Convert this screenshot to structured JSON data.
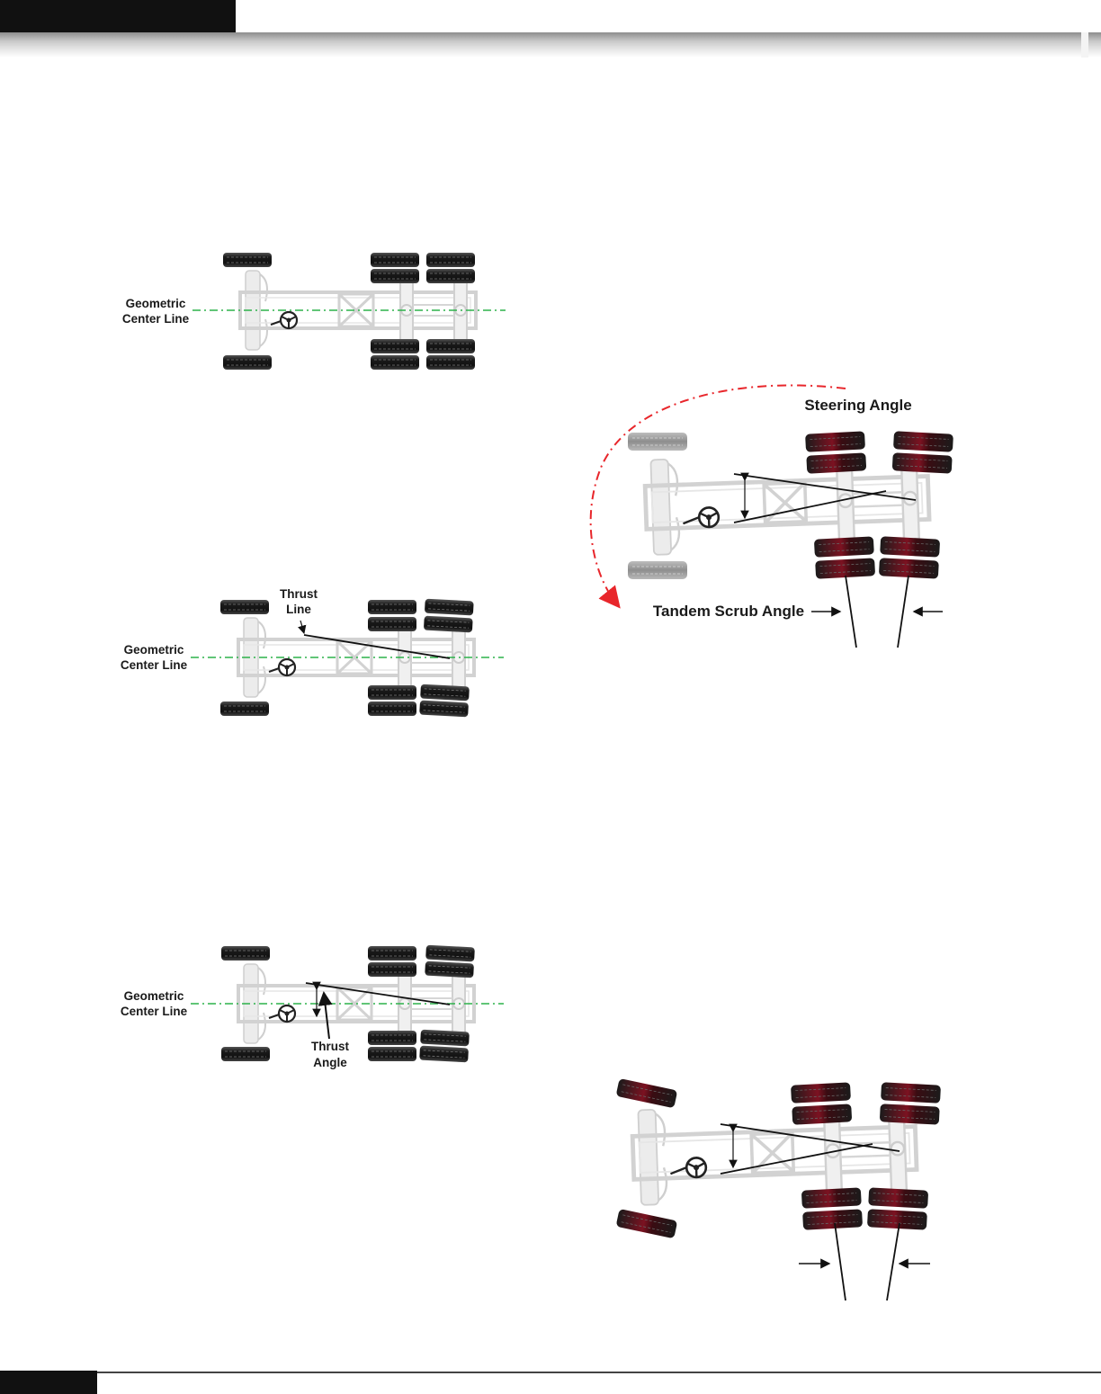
{
  "labels": {
    "geometric_center_line_1": "Geometric",
    "geometric_center_line_2": "Center Line",
    "thrust_line_1": "Thrust",
    "thrust_line_2": "Line",
    "thrust_angle_1": "Thrust",
    "thrust_angle_2": "Angle",
    "steering_angle": "Steering Angle",
    "tandem_scrub_angle": "Tandem Scrub Angle"
  },
  "colors": {
    "center_line": "#2db24a",
    "steering_arc": "#e8262b",
    "tire": "#1b1b1b",
    "tire_red": "#8a1420",
    "frame": "#d4d4d4"
  }
}
